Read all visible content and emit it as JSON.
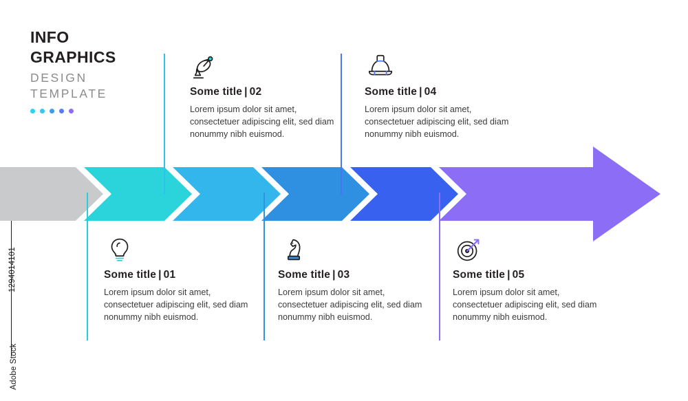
{
  "watermark": {
    "id": "1294014101",
    "brand": "Adobe Stock"
  },
  "header": {
    "line1": "INFO",
    "line2": "GRAPHICS",
    "line3": "DESIGN",
    "line4": "TEMPLATE",
    "dot_colors": [
      "#29d7e8",
      "#37c6ef",
      "#3c9ee8",
      "#5b7cf0",
      "#8f6df2"
    ]
  },
  "arrow": {
    "segments": [
      {
        "name": "segment-0",
        "color": "#c9cacc"
      },
      {
        "name": "segment-1",
        "color": "#2bd4da"
      },
      {
        "name": "segment-2",
        "color": "#33b6ec"
      },
      {
        "name": "segment-3",
        "color": "#2f8fe0"
      },
      {
        "name": "segment-4",
        "color": "#3761ee"
      },
      {
        "name": "segment-5",
        "color": "#8b6ef5"
      }
    ],
    "head_color": "#8f6df5"
  },
  "steps": [
    {
      "number": "01",
      "title": "Some title",
      "separator": "|",
      "text": "Lorem ipsum dolor sit amet, consectetuer adipiscing elit, sed diam nonummy nibh euismod.",
      "icon": "lightbulb-icon",
      "accent": "#29cfd8",
      "position": "bottom"
    },
    {
      "number": "02",
      "title": "Some title",
      "separator": "|",
      "text": "Lorem ipsum dolor sit amet, consectetuer adipiscing elit, sed diam nonummy nibh euismod.",
      "icon": "satellite-dish-icon",
      "accent": "#2ec3ea",
      "position": "top"
    },
    {
      "number": "03",
      "title": "Some title",
      "separator": "|",
      "text": "Lorem ipsum dolor sit amet, consectetuer adipiscing elit, sed diam nonummy nibh euismod.",
      "icon": "chess-knight-icon",
      "accent": "#2f93e3",
      "position": "bottom"
    },
    {
      "number": "04",
      "title": "Some title",
      "separator": "|",
      "text": "Lorem ipsum dolor sit amet, consectetuer adipiscing elit, sed diam nonummy nibh euismod.",
      "icon": "hard-hat-icon",
      "accent": "#4a74f0",
      "position": "top"
    },
    {
      "number": "05",
      "title": "Some title",
      "separator": "|",
      "text": "Lorem ipsum dolor sit amet, consectetuer adipiscing elit, sed diam nonummy nibh euismod.",
      "icon": "target-dart-icon",
      "accent": "#8b6ef5",
      "position": "bottom"
    }
  ]
}
